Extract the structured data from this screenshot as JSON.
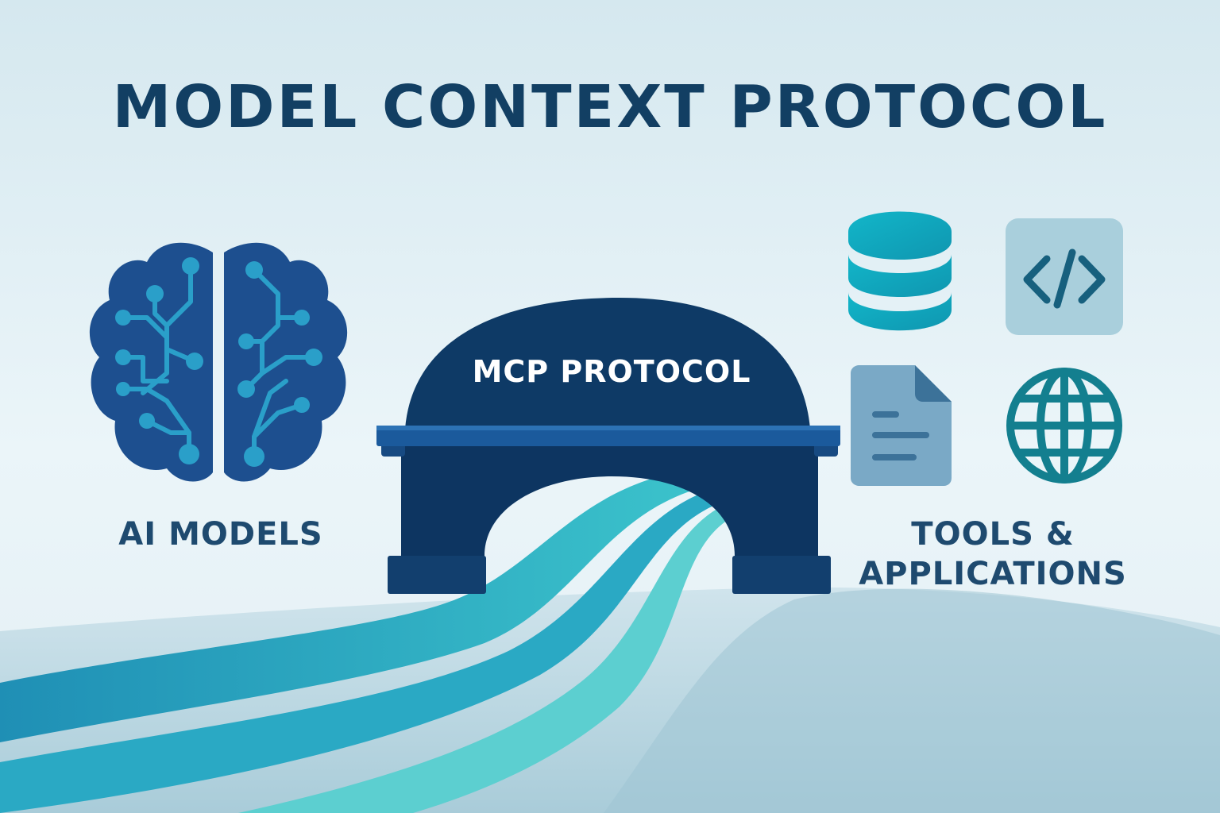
{
  "title": "MODEL CONTEXT PROTOCOL",
  "left_panel": {
    "label": "AI MODELS",
    "icon": "brain-circuit-icon"
  },
  "bridge": {
    "label": "MCP PROTOCOL"
  },
  "right_panel": {
    "label_line1": "TOOLS &",
    "label_line2": "APPLICATIONS",
    "icons": [
      "database-icon",
      "code-icon",
      "document-icon",
      "globe-icon"
    ]
  },
  "colors": {
    "navy": "#0f3a68",
    "deep_navy": "#0c355f",
    "brain_blue": "#1d4f8f",
    "circuit_teal": "#2a9fc9",
    "teal": "#17a2b8",
    "muted_blue": "#7aa9c6",
    "tile_bg": "#a9cfdc",
    "bg_light": "#eaf4f8"
  }
}
